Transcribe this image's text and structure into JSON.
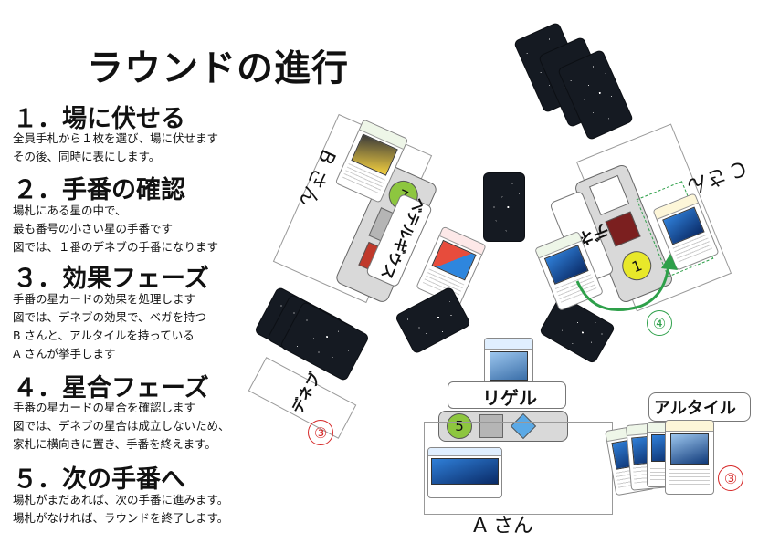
{
  "title": "ラウンドの進行",
  "steps": [
    {
      "heading": "１．場に伏せる",
      "body": "全員手札から１枚を選び、場に伏せます\nその後、同時に表にします。"
    },
    {
      "heading": "２．手番の確認",
      "body": "場札にある星の中で、\n最も番号の小さい星の手番です\n図では、１番のデネブの手番になります"
    },
    {
      "heading": "３．効果フェーズ",
      "body": "手番の星カードの効果を処理します\n図では、デネブの効果で、ベガを持つ\nB さんと、アルタイルを持っている\nA さんが挙手します"
    },
    {
      "heading": "４．星合フェーズ",
      "body": "手番の星カードの星合を確認します\n図では、デネブの星合は成立しないため、\n家札に横向きに置き、手番を終えます。"
    },
    {
      "heading": "５．次の手番へ",
      "body": "場札がまだあれば、次の手番に進みます。\n場札がなければ、ラウンドを終了します。"
    }
  ],
  "players": {
    "a": "A さん",
    "b": "B さん",
    "c": "C さん"
  },
  "star_names": {
    "rigel": "リゲル",
    "betelgeuse": "ベテルギウス",
    "deneb": "デネブ",
    "altair": "アルタイル"
  },
  "numbers": {
    "a_board": "5",
    "b_board": "7",
    "c_board": "1"
  },
  "markers": {
    "arrow_step": "④",
    "b_raise": "③",
    "altair_raise": "③"
  },
  "colors": {
    "arrow_green": "#2ea04a",
    "circle_red": "#d62828",
    "board_gray": "#d9d9d9",
    "hex_green": "#8dc63f",
    "hex_yellow": "#e8e82a",
    "red_tile": "#c0392b",
    "blue_diamond": "#5aa9e6"
  }
}
